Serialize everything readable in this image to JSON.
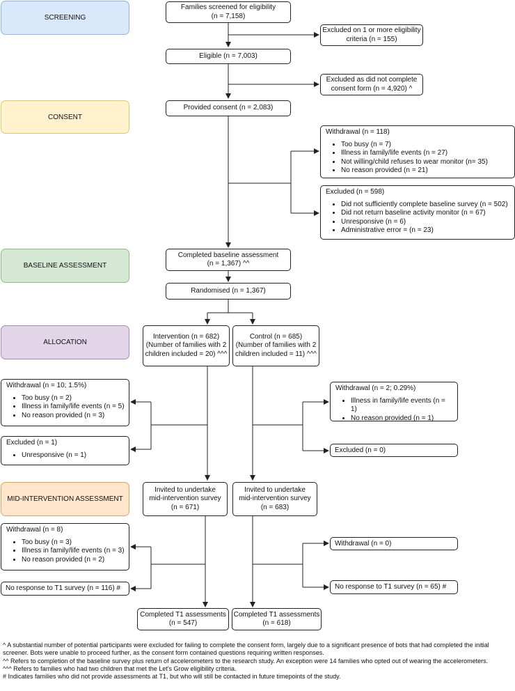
{
  "stages": {
    "screening": "SCREENING",
    "consent": "CONSENT",
    "baseline": "BASELINE ASSESSMENT",
    "allocation": "ALLOCATION",
    "mid": "MID-INTERVENTION ASSESSMENT"
  },
  "colors": {
    "screening_fill": "#dae8fc",
    "screening_border": "#8eb4e3",
    "consent_fill": "#fff2cc",
    "consent_border": "#e8c46a",
    "baseline_fill": "#d5e8d4",
    "baseline_border": "#8ebd84",
    "allocation_fill": "#e1d5e7",
    "allocation_border": "#a78ab8",
    "mid_fill": "#ffe6cc",
    "mid_border": "#e3a45c"
  },
  "boxes": {
    "screened": [
      "Families screened for eligibility",
      "(n = 7,158)"
    ],
    "excluded_criteria": [
      "Excluded on 1 or more eligibility",
      "criteria (n = 155)"
    ],
    "eligible": "Eligible (n = 7,003)",
    "excluded_consent": [
      "Excluded as did not complete",
      "consent form (n = 4,920) ^"
    ],
    "provided_consent": "Provided consent (n = 2,083)",
    "withdrawal_1": {
      "title": "Withdrawal (n = 118)",
      "items": [
        "Too busy (n = 7)",
        "Illness in family/life events (n = 27)",
        "Not willing/child refuses to wear monitor (n= 35)",
        "No reason provided (n = 21)"
      ]
    },
    "excluded_1": {
      "title": "Excluded (n = 598)",
      "items": [
        "Did not sufficiently complete baseline survey (n = 502)",
        "Did not return baseline activity monitor (n = 67)",
        "Unresponsive (n = 6)",
        "Administrative error = (n = 23)"
      ]
    },
    "baseline_completed": [
      "Completed baseline assessment",
      "(n = 1,367) ^^"
    ],
    "randomised": "Randomised (n = 1,367)",
    "intervention": [
      "Intervention (n = 682)",
      "(Number of families with 2",
      "children included = 20) ^^^"
    ],
    "control": [
      "Control (n = 685)",
      "(Number of families with 2",
      "children included = 11) ^^^"
    ],
    "withdrawal_int": {
      "title": "Withdrawal (n = 10; 1.5%)",
      "items": [
        "Too busy (n = 2)",
        "Illness in family/life events (n = 5)",
        "No reason provided (n = 3)"
      ]
    },
    "excluded_int": {
      "title": "Excluded (n = 1)",
      "items": [
        "Unresponsive (n = 1)"
      ]
    },
    "withdrawal_ctrl": {
      "title": "Withdrawal (n = 2; 0.29%)",
      "items": [
        "Illness in family/life events (n = 1)",
        "No reason provided (n = 1)"
      ]
    },
    "excluded_ctrl": "Excluded (n = 0)",
    "invited_int": [
      "Invited to undertake",
      "mid-intervention survey",
      "(n = 671)"
    ],
    "invited_ctrl": [
      "Invited to undertake",
      "mid-intervention survey",
      "(n = 683)"
    ],
    "withdrawal_int2": {
      "title": "Withdrawal (n = 8)",
      "items": [
        "Too busy (n = 3)",
        "Illness in family/life events (n = 3)",
        "No reason provided (n = 2)"
      ]
    },
    "no_response_int": "No response to T1 survey (n = 116) #",
    "withdrawal_ctrl2": "Withdrawal (n = 0)",
    "no_response_ctrl": "No response to T1 survey (n =  65) #",
    "completed_int": [
      "Completed T1 assessments",
      "(n = 547)"
    ],
    "completed_ctrl": [
      "Completed T1 assessments",
      "(n = 618)"
    ]
  },
  "notes": [
    "^ A substantial number of potential participants were excluded for failing to complete the consent form, largely due to a significant presence of bots that had completed the initial screener. Bots were unable to proceed further, as the consent form contained questions requiring written responses.",
    "^^ Refers to completion of the baseline survey plus return of accelerometers to the research study. An exception were 14 families who opted out of wearing the accelerometers.",
    "^^^ Refers to families who had two children that met the Let's Grow eligibility criteria.",
    "# Indicates families who did not provide assessments at T1, but who will still be contacted in future timepoints of the study."
  ]
}
